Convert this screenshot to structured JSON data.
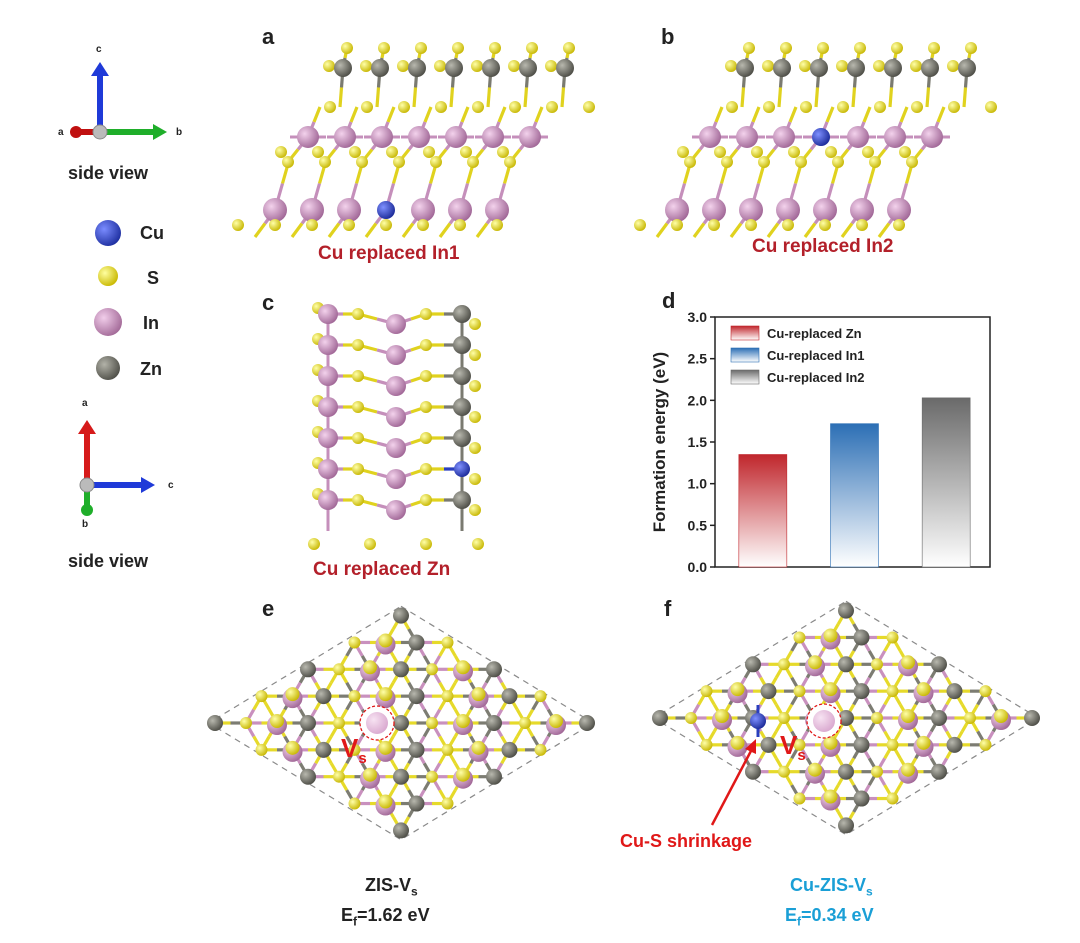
{
  "panels": {
    "a": {
      "label": "a",
      "caption": "Cu replaced In1"
    },
    "b": {
      "label": "b",
      "caption": "Cu replaced In2"
    },
    "c": {
      "label": "c",
      "caption": "Cu replaced Zn"
    },
    "d": {
      "label": "d"
    },
    "e": {
      "label": "e",
      "vacancy_label": "V",
      "vacancy_sub": "s",
      "title_main": "ZIS-V",
      "title_sub": "s",
      "energy_main": "E",
      "energy_sub": "f",
      "energy_value": "=1.62 eV"
    },
    "f": {
      "label": "f",
      "vacancy_label": "V",
      "vacancy_sub": "s",
      "annotation": "Cu-S shrinkage",
      "title_main": "Cu-ZIS-V",
      "title_sub": "s",
      "energy_main": "E",
      "energy_sub": "f",
      "energy_value": "=0.34 eV"
    }
  },
  "axes_views": [
    {
      "caption": "side view",
      "vertical": "c",
      "right": "b",
      "left": "a"
    },
    {
      "caption": "side view",
      "vertical": "a",
      "right": "c",
      "bottom": "b"
    }
  ],
  "legend": [
    {
      "label": "Cu",
      "color": "#2b44b8"
    },
    {
      "label": "S",
      "color": "#e6dd22"
    },
    {
      "label": "In",
      "color": "#c98fc0"
    },
    {
      "label": "Zn",
      "color": "#77776d"
    }
  ],
  "colors": {
    "caption_red": "#b3202a",
    "cyan_text": "#1a9fd6",
    "arrow_red": "#e01818"
  },
  "chart_data": {
    "type": "bar",
    "categories": [
      "Cu-replaced Zn",
      "Cu-replaced In1",
      "Cu-replaced In2"
    ],
    "values": [
      1.35,
      1.72,
      2.03
    ],
    "colors": [
      "#c0262c",
      "#2c6fb5",
      "#6a6a6a"
    ],
    "ylabel": "Formation energy (eV)",
    "ylim": [
      0.0,
      3.0
    ],
    "yticks": [
      "0.0",
      "0.5",
      "1.0",
      "1.5",
      "2.0",
      "2.5",
      "3.0"
    ],
    "legend_position": "top-left"
  }
}
